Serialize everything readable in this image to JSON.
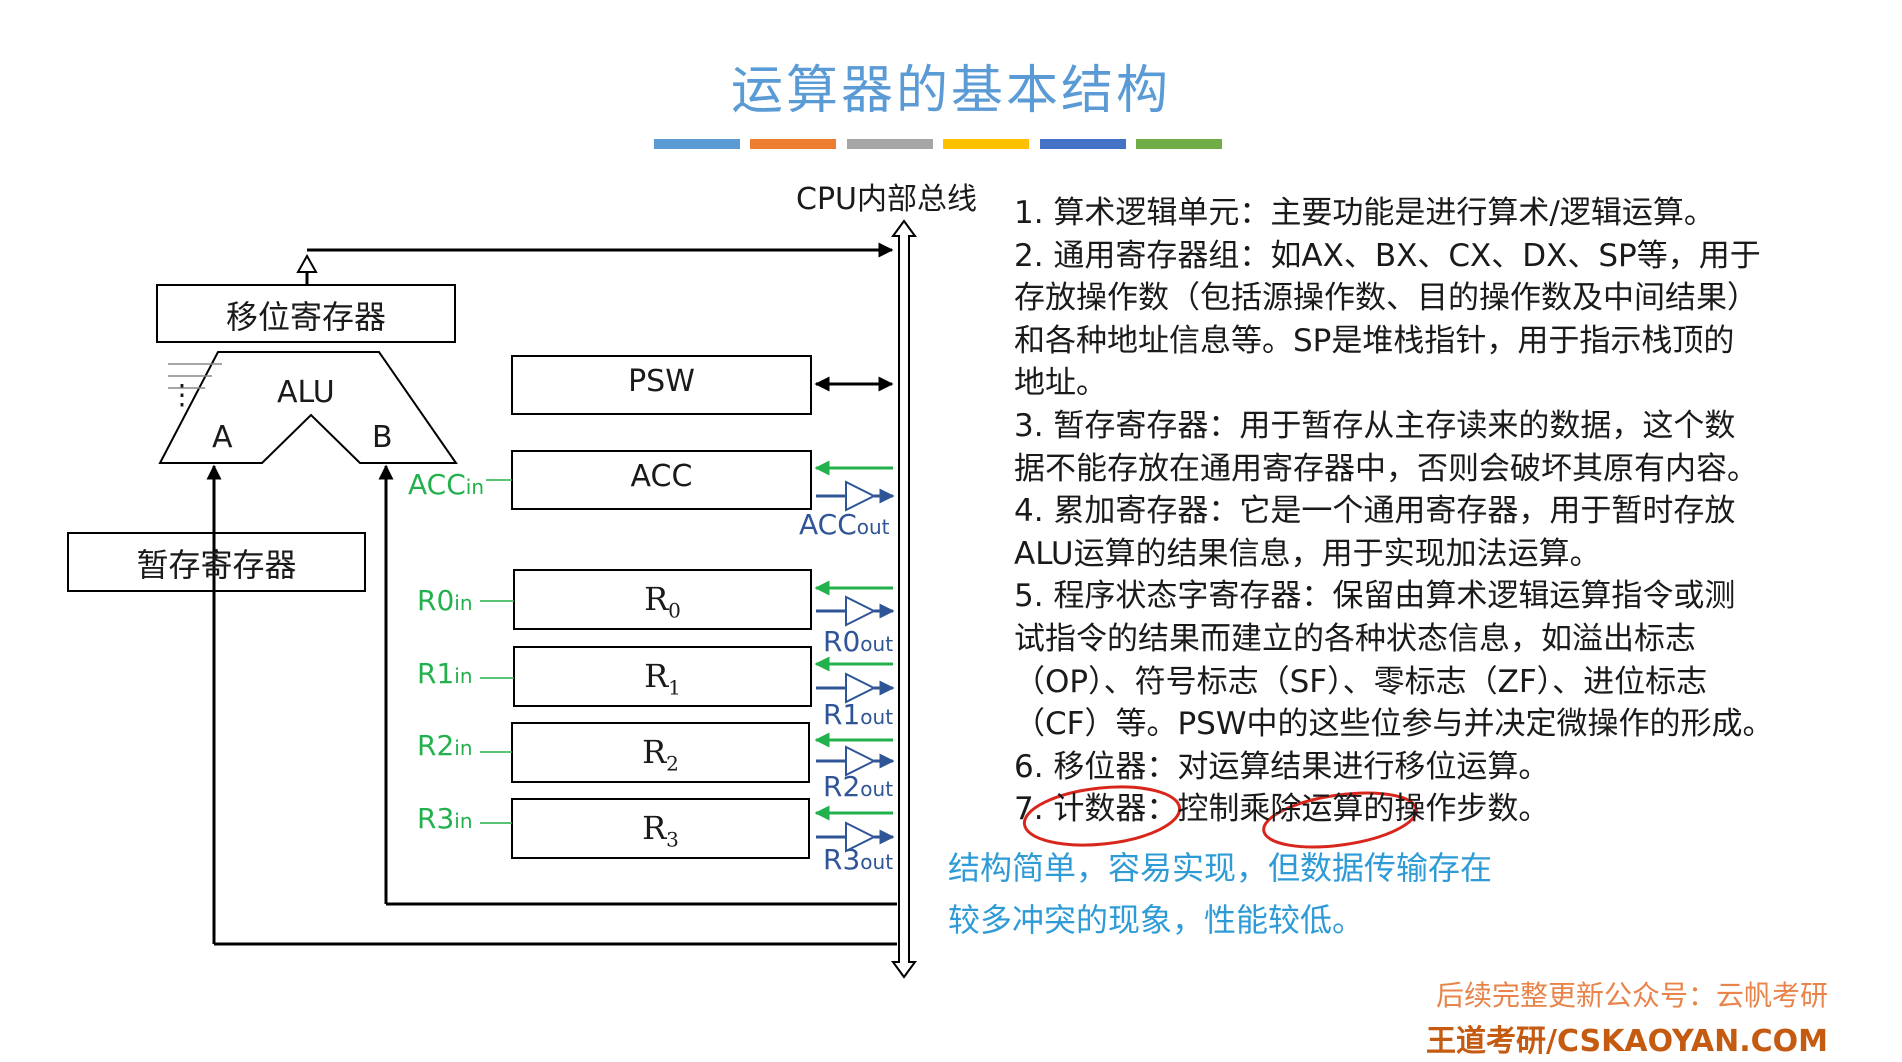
{
  "title": "运算器的基本结构",
  "accent_bar_colors": [
    "#5b9bd5",
    "#ed7d31",
    "#a5a5a5",
    "#ffc000",
    "#4472c4",
    "#70ad47"
  ],
  "diagram": {
    "bus_label": "CPU内部总线",
    "shift_register": "移位寄存器",
    "alu": {
      "label": "ALU",
      "input_a": "A",
      "input_b": "B",
      "dots": "⋮"
    },
    "temp_register": "暂存寄存器",
    "psw": "PSW",
    "acc": {
      "label": "ACC",
      "in": "ACC",
      "in_sub": "in",
      "out": "ACC",
      "out_sub": "out"
    },
    "registers": [
      {
        "name": "R",
        "sub": "0",
        "in": "R0",
        "in_sub": "in",
        "out": "R0",
        "out_sub": "out"
      },
      {
        "name": "R",
        "sub": "1",
        "in": "R1",
        "in_sub": "in",
        "out": "R1",
        "out_sub": "out"
      },
      {
        "name": "R",
        "sub": "2",
        "in": "R2",
        "in_sub": "in",
        "out": "R2",
        "out_sub": "out"
      },
      {
        "name": "R",
        "sub": "3",
        "in": "R3",
        "in_sub": "in",
        "out": "R3",
        "out_sub": "out"
      }
    ]
  },
  "description": [
    "1. 算术逻辑单元：主要功能是进行算术/逻辑运算。",
    "2. 通用寄存器组：如AX、BX、CX、DX、SP等，用于",
    "存放操作数（包括源操作数、目的操作数及中间结果）",
    "和各种地址信息等。SP是堆栈指针，用于指示栈顶的",
    "地址。",
    "3. 暂存寄存器：用于暂存从主存读来的数据，这个数",
    "据不能存放在通用寄存器中，否则会破坏其原有内容。",
    "4. 累加寄存器：它是一个通用寄存器，用于暂时存放",
    "ALU运算的结果信息，用于实现加法运算。",
    "5. 程序状态字寄存器：保留由算术逻辑运算指令或测",
    "试指令的结果而建立的各种状态信息，如溢出标志",
    "（OP）、符号标志（SF）、零标志（ZF）、进位标志",
    "（CF）等。PSW中的这些位参与并决定微操作的形成。",
    "6. 移位器：对运算结果进行移位运算。",
    "7. 计数器：控制乘除运算的操作步数。"
  ],
  "note": [
    "结构简单，容易实现，但数据传输存在",
    "较多冲突的现象，性能较低。"
  ],
  "footer": {
    "line1": "后续完整更新公众号：云帆考研",
    "line2": "王道考研/CSKAOYAN.COM"
  }
}
